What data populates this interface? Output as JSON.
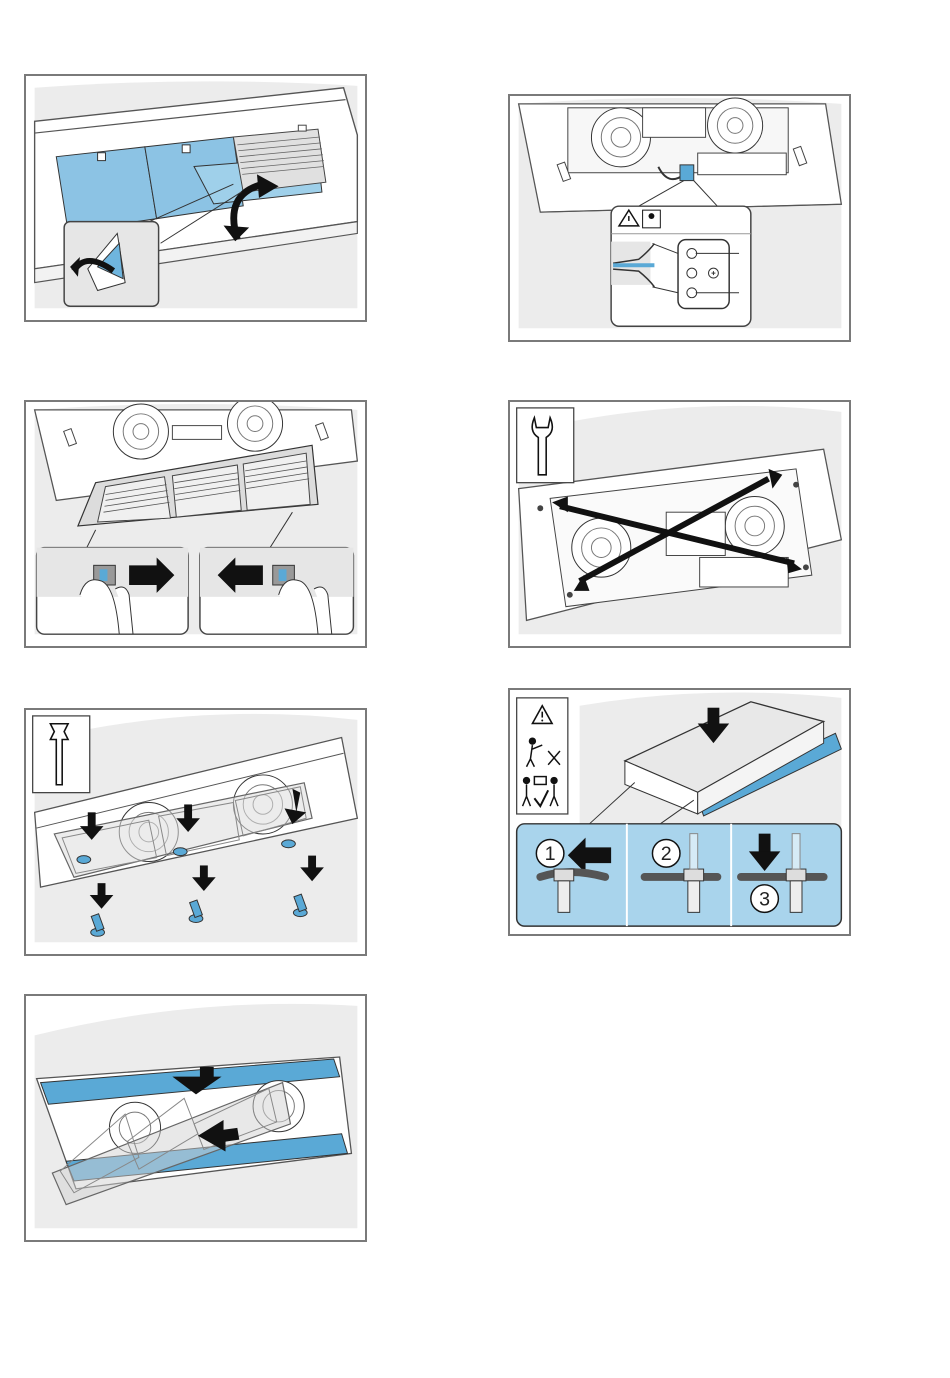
{
  "colors": {
    "accent_blue": "#5aa9d6",
    "light_blue": "#bfe0f2",
    "panel_border": "#7a7a7a",
    "shade": "#e6e6e6",
    "arrow": "#1a1a1a"
  },
  "figures": [
    {
      "id": "fig1",
      "description_icon": "remove-filter-cover"
    },
    {
      "id": "fig2",
      "description_icon": "electrical-connection"
    },
    {
      "id": "fig3",
      "description_icon": "remove-grease-filter"
    },
    {
      "id": "fig4",
      "description_icon": "wrench-screws"
    },
    {
      "id": "fig5",
      "description_icon": "torx-screws"
    },
    {
      "id": "fig6",
      "description_icon": "lift-hanging"
    },
    {
      "id": "fig7",
      "description_icon": "rails-fit"
    }
  ],
  "steps": {
    "one": "1",
    "two": "2",
    "three": "3"
  }
}
